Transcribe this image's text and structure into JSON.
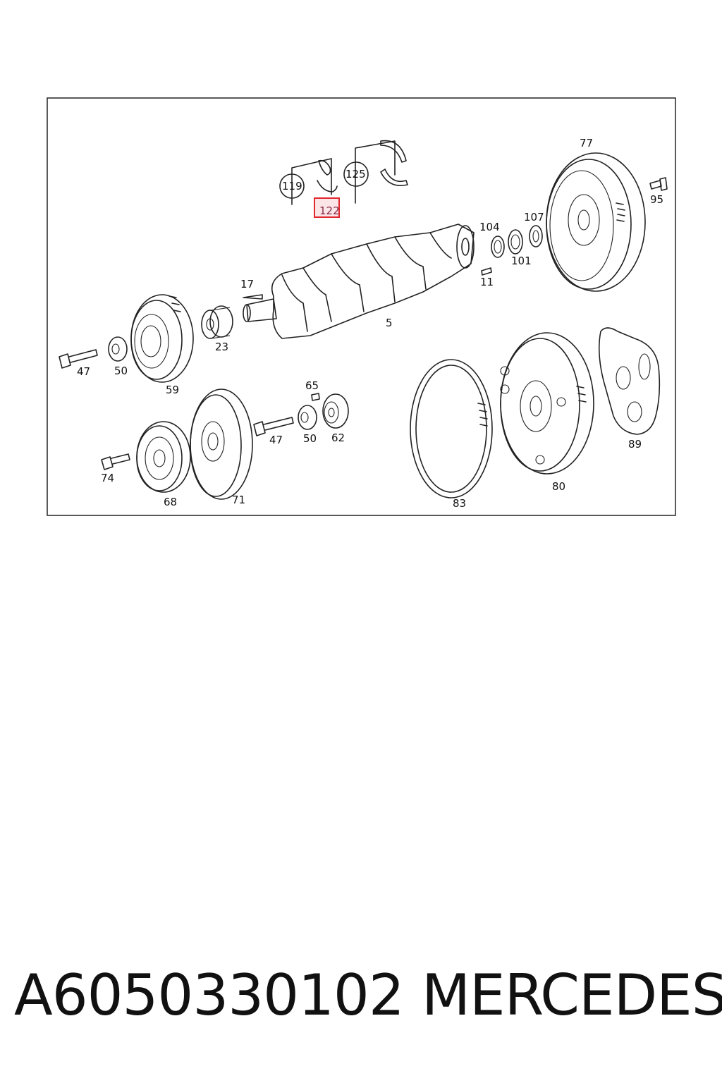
{
  "diagram": {
    "labels": {
      "l77": "77",
      "l95": "95",
      "l119": "119",
      "l125": "125",
      "l122": "122",
      "l104": "104",
      "l107": "107",
      "l101": "101",
      "l11": "11",
      "l17": "17",
      "l5": "5",
      "l23": "23",
      "l47a": "47",
      "l50a": "50",
      "l59": "59",
      "l65": "65",
      "l47b": "47",
      "l50b": "50",
      "l62": "62",
      "l74": "74",
      "l68": "68",
      "l71": "71",
      "l83": "83",
      "l80": "80",
      "l89": "89"
    },
    "highlighted_label": "122",
    "highlight_color": "#e0262e"
  },
  "footer": {
    "part_number": "A6050330102",
    "brand": "MERCEDES"
  }
}
